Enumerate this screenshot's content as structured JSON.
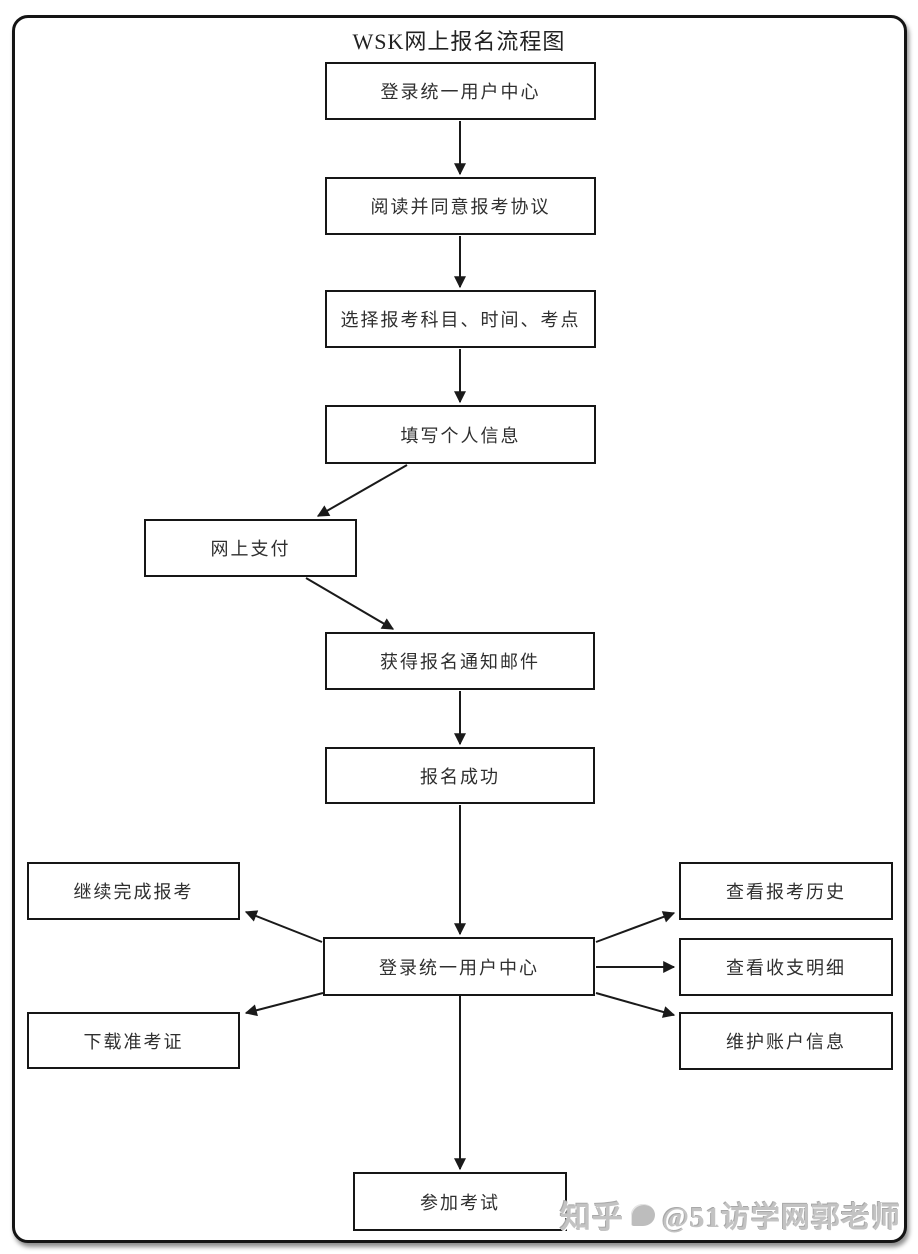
{
  "title": "WSK网上报名流程图",
  "nodes": {
    "login_top": "登录统一用户中心",
    "agree": "阅读并同意报考协议",
    "select": "选择报考科目、时间、考点",
    "fill_info": "填写个人信息",
    "pay": "网上支付",
    "email": "获得报名通知邮件",
    "success": "报名成功",
    "login_hub": "登录统一用户中心",
    "continue_reg": "继续完成报考",
    "download_ticket": "下载准考证",
    "view_history": "查看报考历史",
    "view_detail": "查看收支明细",
    "maintain_account": "维护账户信息",
    "exam": "参加考试"
  },
  "edges": [
    {
      "from": "login_top",
      "to": "agree"
    },
    {
      "from": "agree",
      "to": "select"
    },
    {
      "from": "select",
      "to": "fill_info"
    },
    {
      "from": "fill_info",
      "to": "pay"
    },
    {
      "from": "pay",
      "to": "email"
    },
    {
      "from": "email",
      "to": "success"
    },
    {
      "from": "success",
      "to": "login_hub"
    },
    {
      "from": "login_hub",
      "to": "continue_reg"
    },
    {
      "from": "login_hub",
      "to": "download_ticket"
    },
    {
      "from": "login_hub",
      "to": "view_history"
    },
    {
      "from": "login_hub",
      "to": "view_detail"
    },
    {
      "from": "login_hub",
      "to": "maintain_account"
    },
    {
      "from": "login_hub",
      "to": "exam"
    }
  ],
  "watermark": {
    "brand": "知乎",
    "handle": "@51访学网郭老师"
  },
  "colors": {
    "line": "#1a1a1a",
    "box_border": "#161616",
    "box_fill": "#ffffff",
    "text": "#2f2f2f",
    "frame_border": "#141414",
    "watermark": "#c3c3c3"
  }
}
